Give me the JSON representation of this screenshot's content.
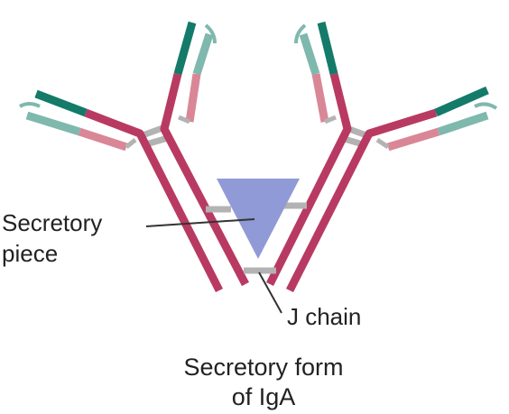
{
  "labels": {
    "secretory_piece": {
      "line1": "Secretory",
      "line2": "piece"
    },
    "j_chain": "J chain"
  },
  "caption": {
    "line1": "Secretory form",
    "line2": "of IgA"
  },
  "colors": {
    "heavy_chain": "#b83a62",
    "light_chain_constant": "#d98797",
    "variable_dark": "#147a6a",
    "variable_light": "#7fb8ad",
    "disulfide": "#b3b3b3",
    "secretory_piece": "#8f9ad6",
    "leader_line": "#333333"
  },
  "icons": [
    "antibody-monomer-left",
    "antibody-monomer-right",
    "secretory-piece-triangle",
    "j-chain-link"
  ]
}
